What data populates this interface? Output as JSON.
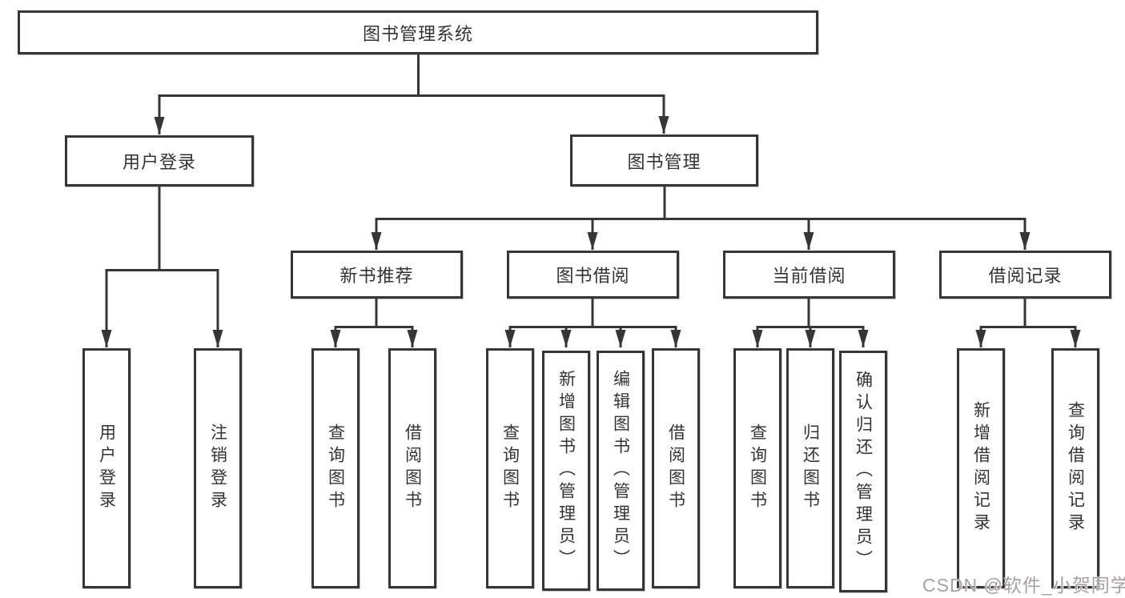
{
  "diagram": {
    "root": {
      "label": "图书管理系统"
    },
    "branches": {
      "user_login": {
        "label": "用户登录",
        "children": [
          {
            "label": "用户登录"
          },
          {
            "label": "注销登录"
          }
        ]
      },
      "book_management": {
        "label": "图书管理",
        "sections": [
          {
            "label": "新书推荐",
            "children": [
              {
                "label": "查询图书"
              },
              {
                "label": "借阅图书"
              }
            ]
          },
          {
            "label": "图书借阅",
            "children": [
              {
                "label": "查询图书"
              },
              {
                "label": "新增图书（管理员）"
              },
              {
                "label": "编辑图书（管理员）"
              },
              {
                "label": "借阅图书"
              }
            ]
          },
          {
            "label": "当前借阅",
            "children": [
              {
                "label": "查询图书"
              },
              {
                "label": "归还图书"
              },
              {
                "label": "确认归还（管理员）"
              }
            ]
          },
          {
            "label": "借阅记录",
            "children": [
              {
                "label": "新增借阅记录"
              },
              {
                "label": "查询借阅记录"
              }
            ]
          }
        ]
      }
    }
  },
  "watermark": {
    "text": "CSDN @软件_小贺同学"
  },
  "colors": {
    "line": "#363636",
    "text": "#333333",
    "background": "#ffffff",
    "watermark": "#a7a0a0"
  }
}
